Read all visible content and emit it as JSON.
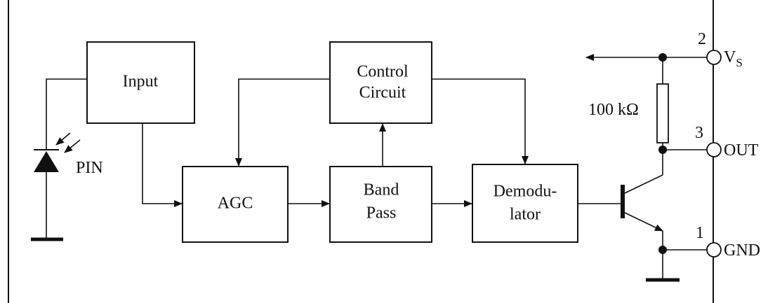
{
  "blocks": {
    "input": "Input",
    "control_line1": "Control",
    "control_line2": "Circuit",
    "agc": "AGC",
    "bandpass_line1": "Band",
    "bandpass_line2": "Pass",
    "demod_line1": "Demodu-",
    "demod_line2": "lator"
  },
  "components": {
    "photodiode": "PIN",
    "resistor": "100 kΩ"
  },
  "pins": [
    {
      "number": "2",
      "name_main": "V",
      "name_sub": "S"
    },
    {
      "number": "3",
      "name": "OUT"
    },
    {
      "number": "1",
      "name": "GND"
    }
  ],
  "colors": {
    "line": "#111111",
    "background": "#ffffff"
  }
}
